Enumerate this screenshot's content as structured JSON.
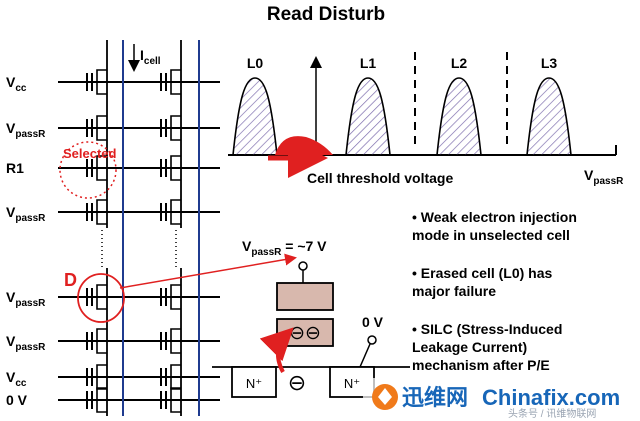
{
  "title": "Read Disturb",
  "array": {
    "icell": {
      "base": "I",
      "sub": "cell"
    },
    "rows": [
      {
        "base": "V",
        "sub": "cc"
      },
      {
        "base": "V",
        "sub": "passR"
      },
      {
        "base": "R1",
        "sub": ""
      },
      {
        "base": "V",
        "sub": "passR"
      },
      {
        "base": "V",
        "sub": "passR"
      },
      {
        "base": "V",
        "sub": "passR"
      },
      {
        "base": "V",
        "sub": "cc"
      },
      {
        "base": "0 V",
        "sub": ""
      }
    ],
    "selected_label": "Selected",
    "disturbed_label": "D"
  },
  "distribution": {
    "levels": [
      "L0",
      "L1",
      "L2",
      "L3"
    ],
    "x_axis_label": "Cell threshold voltage",
    "vpass": {
      "base": "V",
      "sub": "passR"
    }
  },
  "cross_section": {
    "gate_voltage": {
      "base": "V",
      "sub": "passR",
      "rest": " = ~7 V"
    },
    "drain_voltage": "0 V",
    "source_label": "N⁺",
    "drain_label": "N⁺",
    "electron_symbol": "⊖",
    "trapped_electrons": "⊖⊖"
  },
  "bullets": [
    [
      "• Weak electron injection",
      "mode in unselected cell"
    ],
    [
      "• Erased cell (L0) has",
      "major failure"
    ],
    [
      "• SILC (Stress-Induced",
      "Leakage Current)",
      "mechanism after P/E"
    ]
  ],
  "watermark": {
    "left": "迅维网",
    "right": "Chinafix.com",
    "overlay": "头条号 / 讯维物联网"
  },
  "colors": {
    "accent_red": "#e02020",
    "bitline_blue": "#1f3b8f",
    "gate_fill": "#d8b8ad",
    "hatch": "#7f6fae"
  }
}
